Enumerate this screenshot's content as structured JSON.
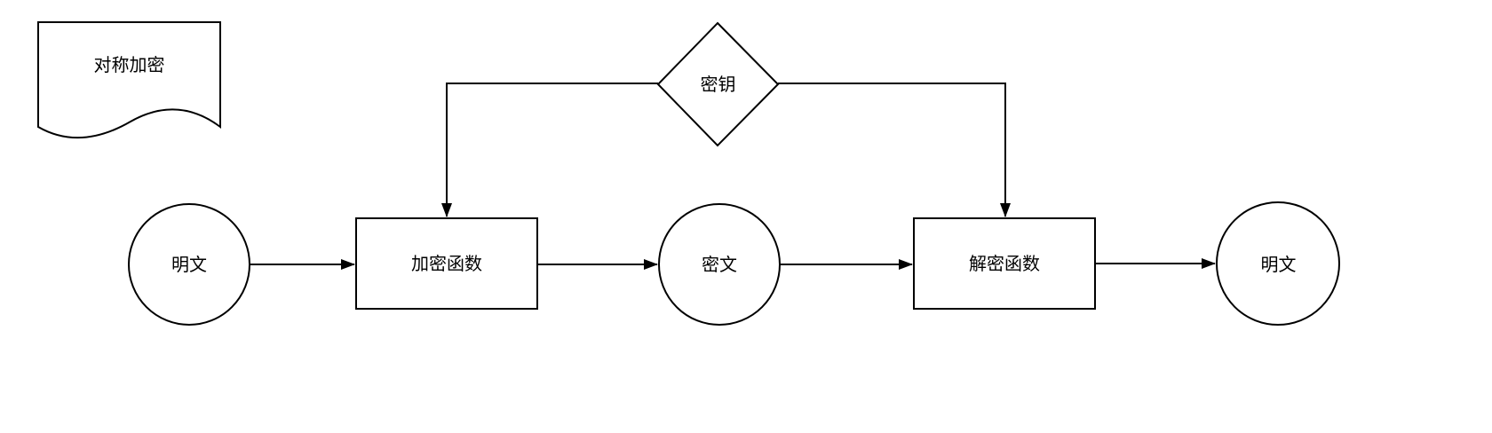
{
  "diagram": {
    "background_color": "#ffffff",
    "stroke_color": "#000000",
    "shape_fill_color": "#ffffff",
    "text_color": "#000000",
    "note": {
      "label": "对称加密",
      "shape": "document"
    },
    "nodes": {
      "key": {
        "label": "密钥",
        "shape": "diamond"
      },
      "plaintext_in": {
        "label": "明文",
        "shape": "circle"
      },
      "encrypt_fn": {
        "label": "加密函数",
        "shape": "rectangle"
      },
      "ciphertext": {
        "label": "密文",
        "shape": "circle"
      },
      "decrypt_fn": {
        "label": "解密函数",
        "shape": "rectangle"
      },
      "plaintext_out": {
        "label": "明文",
        "shape": "circle"
      }
    },
    "edges": [
      {
        "from": "plaintext_in",
        "to": "encrypt_fn",
        "style": "arrow"
      },
      {
        "from": "encrypt_fn",
        "to": "ciphertext",
        "style": "arrow"
      },
      {
        "from": "ciphertext",
        "to": "decrypt_fn",
        "style": "arrow"
      },
      {
        "from": "decrypt_fn",
        "to": "plaintext_out",
        "style": "arrow"
      },
      {
        "from": "key",
        "to": "encrypt_fn",
        "style": "elbow-arrow"
      },
      {
        "from": "key",
        "to": "decrypt_fn",
        "style": "elbow-arrow"
      }
    ]
  }
}
